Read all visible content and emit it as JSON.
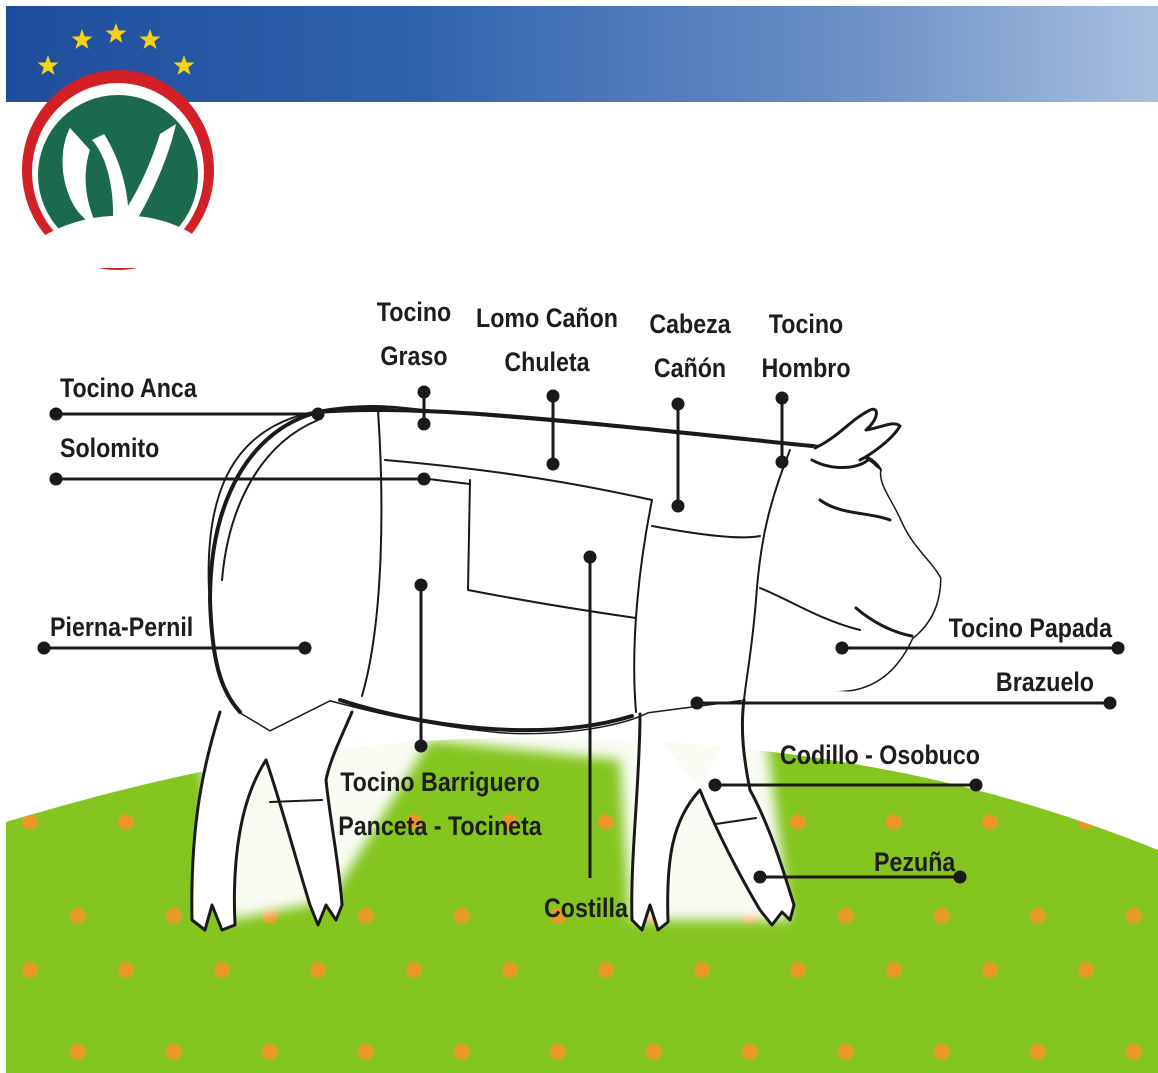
{
  "colors": {
    "header_band": "#2f62ad",
    "grass": "#84c51f",
    "grass_dots": "#e79a2a",
    "logo_red": "#d31f26",
    "logo_green": "#1c6a4d",
    "star_yellow": "#f4d316",
    "outline": "#1a1a1a",
    "label_text": "#1d1d1d"
  },
  "logo": {
    "stars": 5
  },
  "labels": {
    "tocino_anca": "Tocino Anca",
    "solomito": "Solomito",
    "pierna_pernil": "Pierna-Pernil",
    "tocino_graso": "Tocino\nGraso",
    "lomo_canon": "Lomo Cañon\nChuleta",
    "cabeza_canon": "Cabeza\nCañón",
    "tocino_hombro": "Tocino\nHombro",
    "tocino_papada": "Tocino Papada",
    "brazuelo": "Brazuelo",
    "codillo": "Codillo - Osobuco",
    "pezuna": "Pezuña",
    "costilla": "Costilla",
    "tocino_barriguero": "Tocino Barriguero\nPanceta - Tocineta"
  }
}
